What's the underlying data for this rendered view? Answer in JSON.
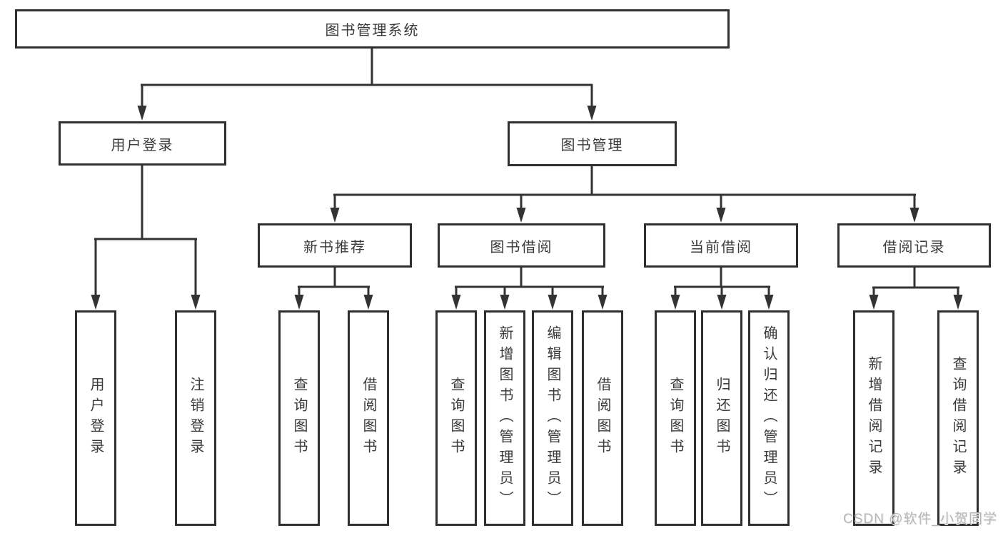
{
  "diagram_title": "图书管理系统",
  "tree": {
    "root": {
      "label": "图书管理系统"
    },
    "level2": [
      {
        "label": "用户登录"
      },
      {
        "label": "图书管理"
      }
    ],
    "level3": [
      {
        "label": "新书推荐",
        "parent": "图书管理"
      },
      {
        "label": "图书借阅",
        "parent": "图书管理"
      },
      {
        "label": "当前借阅",
        "parent": "图书管理"
      },
      {
        "label": "借阅记录",
        "parent": "图书管理"
      }
    ],
    "leaves": [
      {
        "label": "用户登录",
        "parent": "用户登录"
      },
      {
        "label": "注销登录",
        "parent": "用户登录"
      },
      {
        "label": "查询图书",
        "parent": "新书推荐"
      },
      {
        "label": "借阅图书",
        "parent": "新书推荐"
      },
      {
        "label": "查询图书",
        "parent": "图书借阅"
      },
      {
        "label": "新增图书（管理员）",
        "parent": "图书借阅"
      },
      {
        "label": "编辑图书（管理员）",
        "parent": "图书借阅"
      },
      {
        "label": "借阅图书",
        "parent": "图书借阅"
      },
      {
        "label": "查询图书",
        "parent": "当前借阅"
      },
      {
        "label": "归还图书",
        "parent": "当前借阅"
      },
      {
        "label": "确认归还（管理员）",
        "parent": "当前借阅"
      },
      {
        "label": "新增借阅记录",
        "parent": "借阅记录"
      },
      {
        "label": "查询借阅记录",
        "parent": "借阅记录"
      }
    ]
  },
  "watermark": "CSDN @软件_小贺同学",
  "colors": {
    "line": "#333333",
    "text": "#3a3a3a",
    "watermark": "#b7b7b7",
    "background": "#ffffff"
  }
}
